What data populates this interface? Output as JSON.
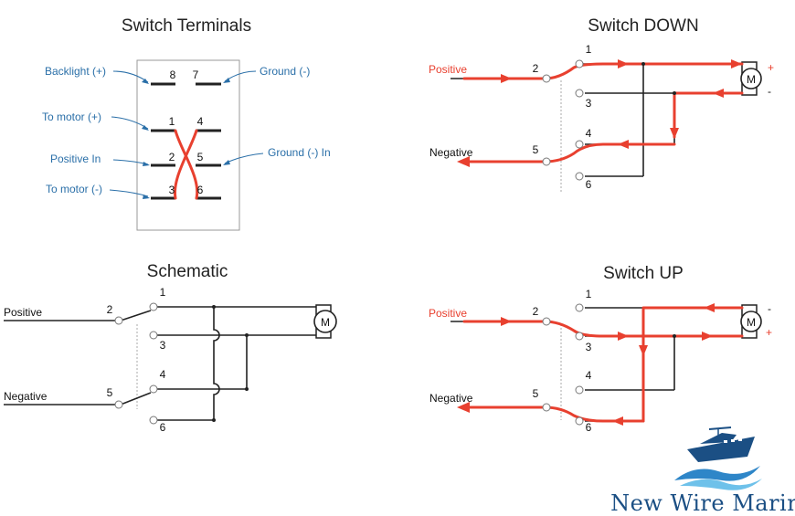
{
  "titles": {
    "switch_terminals": "Switch Terminals",
    "switch_down": "Switch DOWN",
    "schematic": "Schematic",
    "switch_up": "Switch UP"
  },
  "terminals_panel": {
    "labels": {
      "backlight": "Backlight (+)",
      "ground": "Ground (-)",
      "to_motor_pos": "To motor (+)",
      "positive_in": "Positive In",
      "ground_in": "Ground (-) In",
      "to_motor_neg": "To motor (-)"
    },
    "pins": {
      "p8": "8",
      "p7": "7",
      "p1": "1",
      "p4": "4",
      "p2": "2",
      "p5": "5",
      "p3": "3",
      "p6": "6"
    }
  },
  "schematic_panel": {
    "positive": "Positive",
    "negative": "Negative",
    "pins": {
      "p1": "1",
      "p2": "2",
      "p3": "3",
      "p4": "4",
      "p5": "5",
      "p6": "6"
    },
    "motor": "M"
  },
  "down_panel": {
    "positive": "Positive",
    "negative": "Negative",
    "pins": {
      "p1": "1",
      "p2": "2",
      "p3": "3",
      "p4": "4",
      "p5": "5",
      "p6": "6"
    },
    "motor": "M",
    "plus": "+",
    "minus": "-"
  },
  "up_panel": {
    "positive": "Positive",
    "negative": "Negative",
    "pins": {
      "p1": "1",
      "p2": "2",
      "p3": "3",
      "p4": "4",
      "p5": "5",
      "p6": "6"
    },
    "motor": "M",
    "plus": "+",
    "minus": "-"
  },
  "brand": {
    "name": "New Wire Marine"
  },
  "colors": {
    "current_flow": "#e8402f",
    "label_blue": "#2a6fa8",
    "brand_navy": "#1b4f84"
  }
}
